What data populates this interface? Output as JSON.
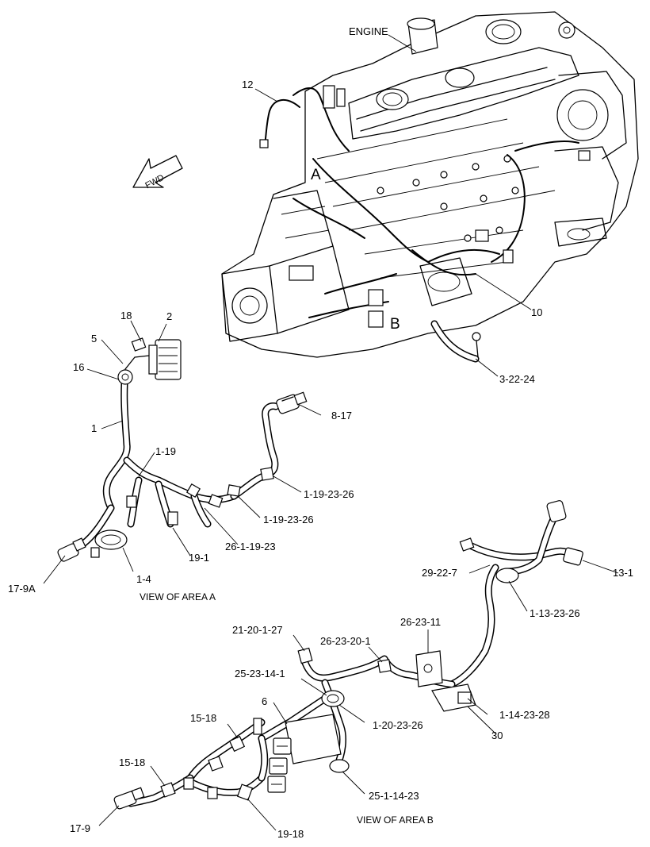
{
  "labels": {
    "engine": "ENGINE",
    "p12": "12",
    "areaA": "A",
    "areaB": "B",
    "p10": "10",
    "p3_22_24": "3-22-24",
    "p18": "18",
    "p2": "2",
    "p5": "5",
    "p16": "16",
    "p1": "1",
    "p8_17": "8-17",
    "p1_19": "1-19",
    "p1_19_23_26_a": "1-19-23-26",
    "p1_19_23_26_b": "1-19-23-26",
    "p26_1_19_23": "26-1-19-23",
    "p19_1": "19-1",
    "p1_4": "1-4",
    "p17_9a": "17-9A",
    "p13_1": "13-1",
    "p29_22_7": "29-22-7",
    "p1_13_23_26": "1-13-23-26",
    "p26_23_11": "26-23-11",
    "p21_20_1_27": "21-20-1-27",
    "p26_23_20_1": "26-23-20-1",
    "p25_23_14_1": "25-23-14-1",
    "p1_14_23_28": "1-14-23-28",
    "p6": "6",
    "p1_20_23_26": "1-20-23-26",
    "p30": "30",
    "p15_18_a": "15-18",
    "p15_18_b": "15-18",
    "p25_1_14_23": "25-1-14-23",
    "p17_9": "17-9",
    "p19_18": "19-18"
  },
  "view_a_caption": "VIEW OF AREA A",
  "view_b_caption": "VIEW OF AREA B",
  "fwd_label": "FWD"
}
